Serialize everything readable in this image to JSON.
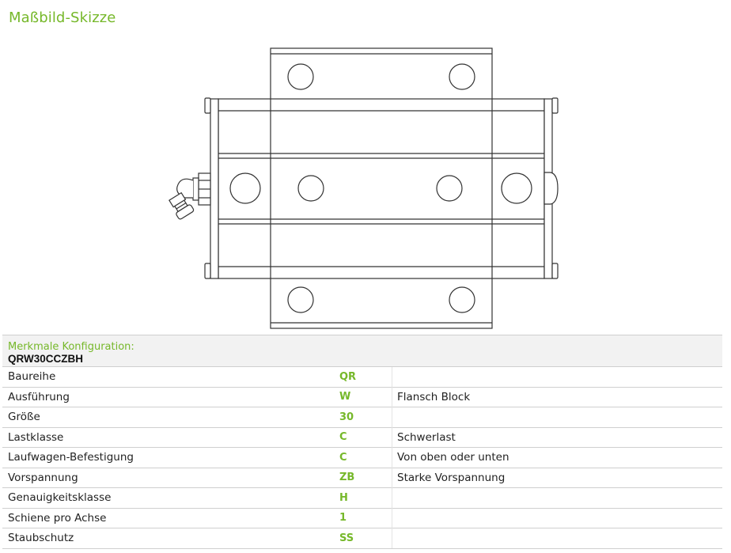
{
  "title": "Maßbild-Skizze",
  "config": {
    "label": "Merkmale Konfiguration:",
    "code": "QRW30CCZBH",
    "rows": [
      {
        "name": "Baureihe",
        "code": "QR",
        "desc": ""
      },
      {
        "name": "Ausführung",
        "code": "W",
        "desc": "Flansch Block"
      },
      {
        "name": "Größe",
        "code": "30",
        "desc": ""
      },
      {
        "name": "Lastklasse",
        "code": "C",
        "desc": "Schwerlast"
      },
      {
        "name": "Laufwagen-Befestigung",
        "code": "C",
        "desc": "Von oben oder unten"
      },
      {
        "name": "Vorspannung",
        "code": "ZB",
        "desc": "Starke Vorspannung"
      },
      {
        "name": "Genauigkeitsklasse",
        "code": "H",
        "desc": ""
      },
      {
        "name": "Schiene pro Achse",
        "code": "1",
        "desc": ""
      },
      {
        "name": "Staubschutz",
        "code": "SS",
        "desc": ""
      }
    ]
  },
  "colors": {
    "accent": "#76b82a",
    "line": "#333333"
  }
}
